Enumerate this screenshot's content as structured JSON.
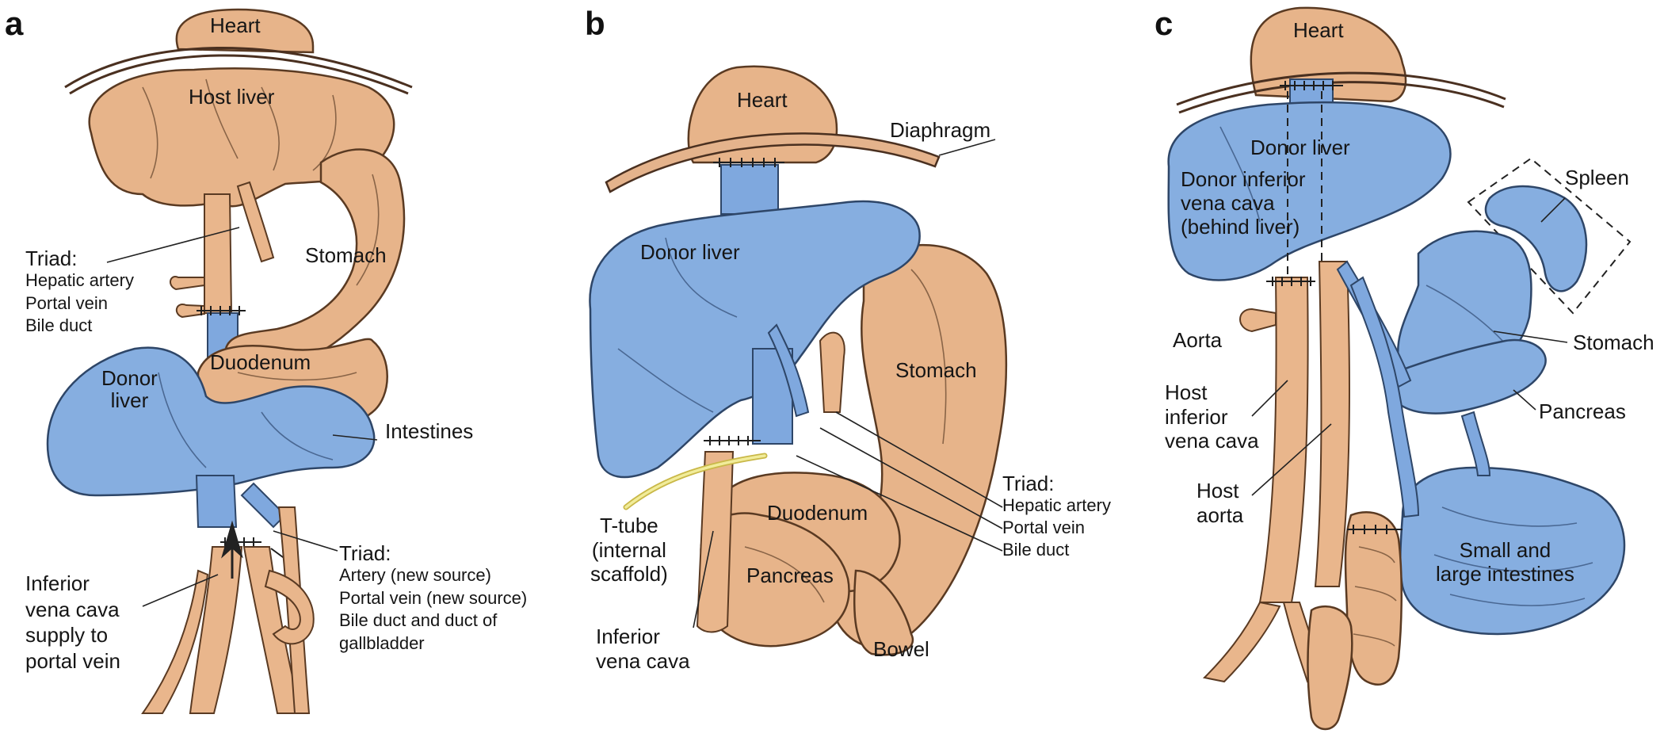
{
  "panels": {
    "a": {
      "letter": "a",
      "heart": "Heart",
      "host_liver": "Host liver",
      "stomach": "Stomach",
      "duodenum": "Duodenum",
      "donor_liver": [
        "Donor",
        "liver"
      ],
      "intestines": "Intestines",
      "triad_top": {
        "title": "Triad:",
        "lines": [
          "Hepatic artery",
          "Portal vein",
          "Bile duct"
        ]
      },
      "triad_bottom": {
        "title": "Triad:",
        "lines": [
          "Artery (new source)",
          "Portal vein (new source)",
          "Bile duct and duct of",
          "gallbladder"
        ]
      },
      "ivc_supply": [
        "Inferior",
        "vena cava",
        "supply to",
        "portal vein"
      ]
    },
    "b": {
      "letter": "b",
      "heart": "Heart",
      "diaphragm": "Diaphragm",
      "donor_liver": "Donor liver",
      "stomach": "Stomach",
      "duodenum": "Duodenum",
      "pancreas": "Pancreas",
      "bowel": "Bowel",
      "t_tube": [
        "T-tube",
        "(internal",
        "scaffold)"
      ],
      "ivc": [
        "Inferior",
        "vena cava"
      ],
      "triad": {
        "title": "Triad:",
        "lines": [
          "Hepatic artery",
          "Portal vein",
          "Bile duct"
        ]
      }
    },
    "c": {
      "letter": "c",
      "heart": "Heart",
      "donor_liver": "Donor liver",
      "donor_ivc": [
        "Donor inferior",
        "vena cava",
        "(behind liver)"
      ],
      "spleen": "Spleen",
      "stomach": "Stomach",
      "pancreas": "Pancreas",
      "aorta": "Aorta",
      "host_ivc": [
        "Host",
        "inferior",
        "vena cava"
      ],
      "host_aorta": [
        "Host",
        "aorta"
      ],
      "intestines": [
        "Small and",
        "large intestines"
      ]
    }
  },
  "colors": {
    "tan": "#e7b48a",
    "blue": "#86aee0",
    "outline": "#5a3a22",
    "t_tube": "#f1ec9a"
  }
}
